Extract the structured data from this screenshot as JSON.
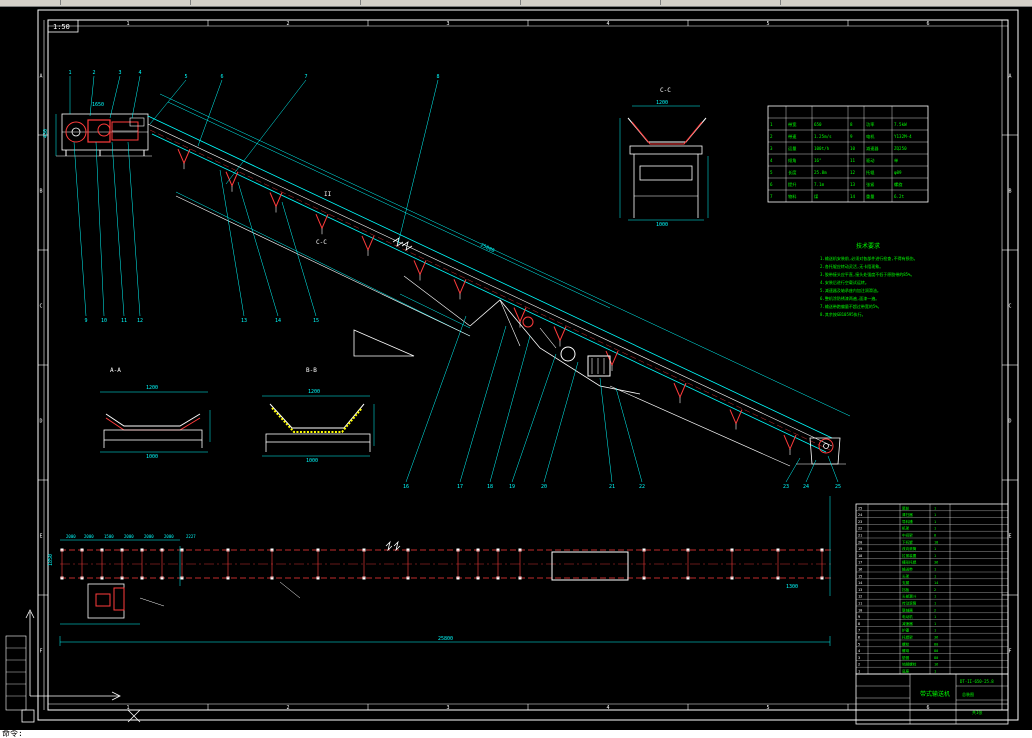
{
  "drawing": {
    "scale_tag": "1:50",
    "column_markers": [
      "1",
      "2",
      "3",
      "4",
      "5",
      "6"
    ],
    "row_markers": [
      "A",
      "B",
      "C",
      "D",
      "E",
      "F"
    ],
    "balloons": [
      "1",
      "2",
      "3",
      "4",
      "5",
      "6",
      "7",
      "8",
      "9",
      "10",
      "11",
      "12",
      "13",
      "14",
      "15",
      "16",
      "17",
      "18",
      "19",
      "20",
      "21",
      "22",
      "23",
      "24",
      "25"
    ],
    "section_labels": {
      "ii": "II",
      "a": "A-A",
      "b": "B-B",
      "c": "C-C"
    },
    "dims": {
      "total_length": "25800",
      "head_width": "1650",
      "trough_width": "1200",
      "trough_base": "1000",
      "trough_height": "430",
      "plan_inner": "1850",
      "plan_gap": "1300",
      "plan_segments": [
        "2000",
        "2000",
        "1500",
        "2000",
        "2000",
        "2000",
        "2227"
      ]
    }
  },
  "colors": {
    "background": "#000000",
    "frame": "#ffffff",
    "conveyor": "#00ffff",
    "parts": "#ff3b3b",
    "hatch": "#ffff00",
    "notes": "#00ff00",
    "dims": "#00ffff"
  },
  "notes": {
    "heading": "技术要求",
    "lines": [
      "1.输送机安装前,必须对各部件进行检查,不得有损伤。",
      "2.各托辊应转动灵活,无卡阻现象。",
      "3.胶带接头应平直,接头处强度不低于原胶带的85%。",
      "4.安装后进行空载试运转。",
      "5.减速器及轴承座内加注润滑油。",
      "6.整机涂防锈漆两遍,面漆一遍。",
      "7.输送带跑偏量不超过带宽的5%。",
      "8.其余按GB10595执行。"
    ]
  },
  "param_table": {
    "rows": [
      [
        "1",
        "带宽",
        "650",
        "8",
        "功率",
        "7.5kW"
      ],
      [
        "2",
        "带速",
        "1.25m/s",
        "9",
        "电机",
        "Y132M-4"
      ],
      [
        "3",
        "运量",
        "100t/h",
        "10",
        "减速器",
        "ZQ250"
      ],
      [
        "4",
        "倾角",
        "16°",
        "11",
        "驱动",
        "单"
      ],
      [
        "5",
        "长度",
        "25.8m",
        "12",
        "托辊",
        "φ89"
      ],
      [
        "6",
        "提升",
        "7.1m",
        "13",
        "张紧",
        "螺旋"
      ],
      [
        "7",
        "物料",
        "煤",
        "14",
        "重量",
        "6.2t"
      ]
    ]
  },
  "bom": {
    "rows": [
      [
        "25",
        "尾轮",
        "1"
      ],
      [
        "24",
        "清扫器",
        "1"
      ],
      [
        "23",
        "导料槽",
        "1"
      ],
      [
        "22",
        "机架",
        "1"
      ],
      [
        "21",
        "中间架",
        "8"
      ],
      [
        "20",
        "下托辊",
        "18"
      ],
      [
        "19",
        "改向滚筒",
        "1"
      ],
      [
        "18",
        "拉紧装置",
        "1"
      ],
      [
        "17",
        "槽形托辊",
        "36"
      ],
      [
        "16",
        "输送带",
        "1"
      ],
      [
        "15",
        "头架",
        "1"
      ],
      [
        "14",
        "支腿",
        "14"
      ],
      [
        "13",
        "挡板",
        "2"
      ],
      [
        "12",
        "头部漏斗",
        "1"
      ],
      [
        "11",
        "传动滚筒",
        "1"
      ],
      [
        "10",
        "联轴器",
        "2"
      ],
      [
        "9",
        "电动机",
        "1"
      ],
      [
        "8",
        "减速器",
        "1"
      ],
      [
        "7",
        "护罩",
        "1"
      ],
      [
        "6",
        "托辊架",
        "36"
      ],
      [
        "5",
        "螺栓",
        "80"
      ],
      [
        "4",
        "螺母",
        "80"
      ],
      [
        "3",
        "垫圈",
        "80"
      ],
      [
        "2",
        "地脚螺栓",
        "16"
      ],
      [
        "1",
        "底座",
        "1"
      ]
    ],
    "title": "带式输送机",
    "drawing_no": "DT-II-650-25.8",
    "company": "总装图",
    "sheet": "共1张"
  },
  "cmd": {
    "text": "命令:"
  }
}
